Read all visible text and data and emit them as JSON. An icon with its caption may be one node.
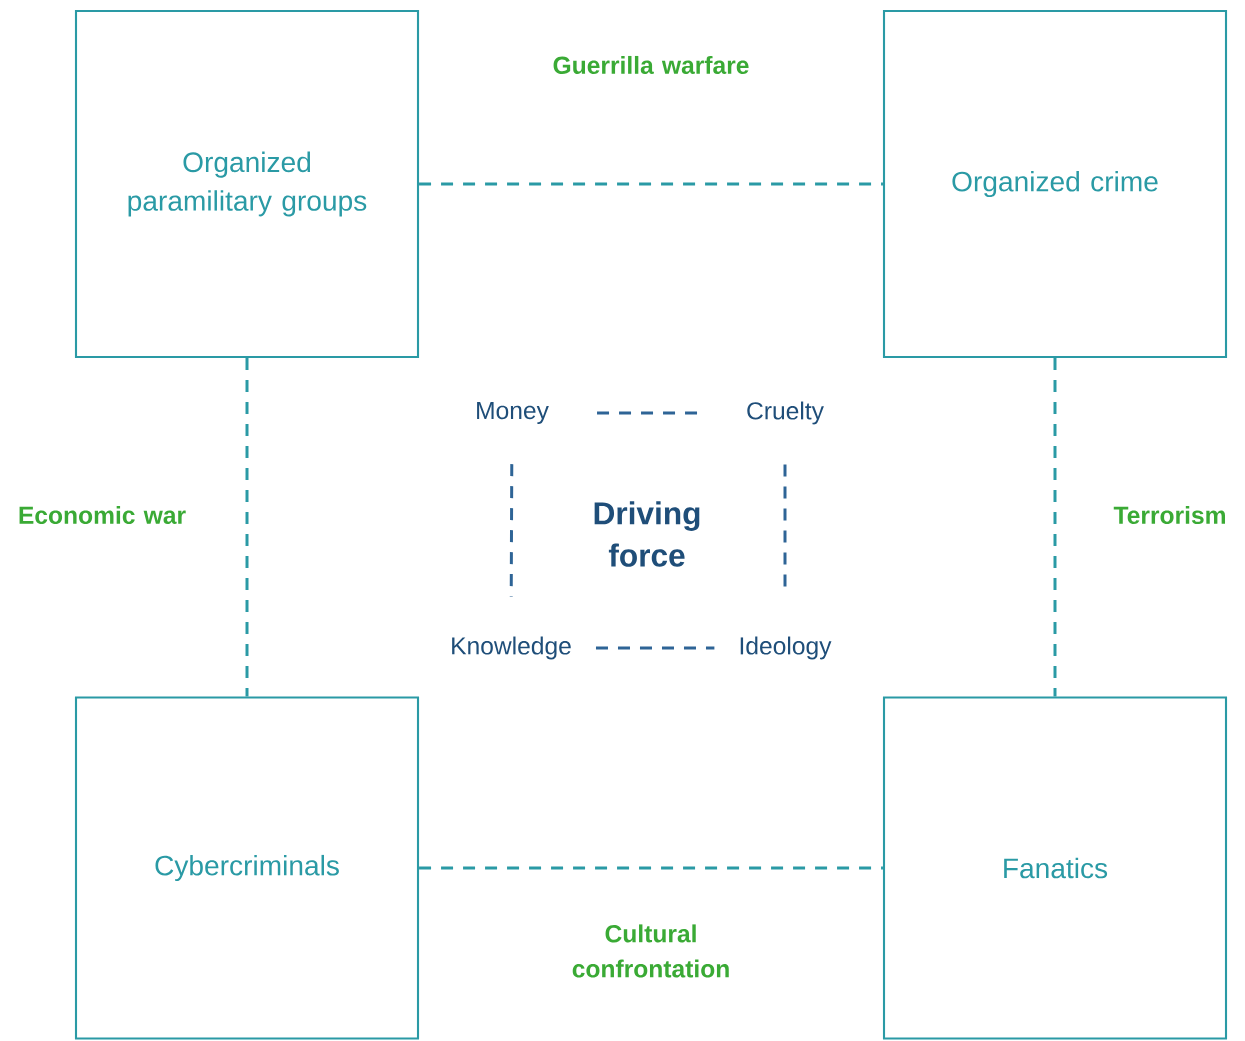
{
  "diagram": {
    "nodes": [
      {
        "text": [
          "Organized paramilitary groups"
        ]
      },
      {
        "text": [
          "Organized crime"
        ]
      },
      {
        "text": [
          "Cybercriminals"
        ]
      },
      {
        "text": [
          "Fanatics"
        ]
      },
      {
        "text": [
          "Money"
        ]
      },
      {
        "text": [
          "Cruelty"
        ]
      },
      {
        "text": [
          "Knowledge"
        ]
      },
      {
        "text": [
          "Ideology"
        ]
      }
    ],
    "edges": [
      {
        "from": 0,
        "to": 1,
        "arrow": "none",
        "style": "dashed",
        "label": "Guerrilla warfare"
      },
      {
        "from": 0,
        "to": 2,
        "arrow": "none",
        "style": "dashed",
        "label": "Economic war"
      },
      {
        "from": 1,
        "to": 3,
        "arrow": "none",
        "style": "dashed",
        "label": "Terrorism"
      },
      {
        "from": 2,
        "to": 3,
        "arrow": "none",
        "style": "dashed",
        "label": "Cultural confrontation"
      },
      {
        "from": 4,
        "to": 5,
        "arrow": "none",
        "style": "dashed",
        "color": "#2e6496"
      },
      {
        "from": 4,
        "to": 6,
        "arrow": "none",
        "style": "dashed",
        "color": "#2e6496"
      },
      {
        "from": 5,
        "to": 7,
        "arrow": "none",
        "style": "dashed",
        "color": "#2e6496"
      },
      {
        "from": 6,
        "to": 7,
        "arrow": "none",
        "style": "dashed",
        "color": "#2e6496"
      }
    ],
    "labels": [
      "Driving force"
    ]
  }
}
